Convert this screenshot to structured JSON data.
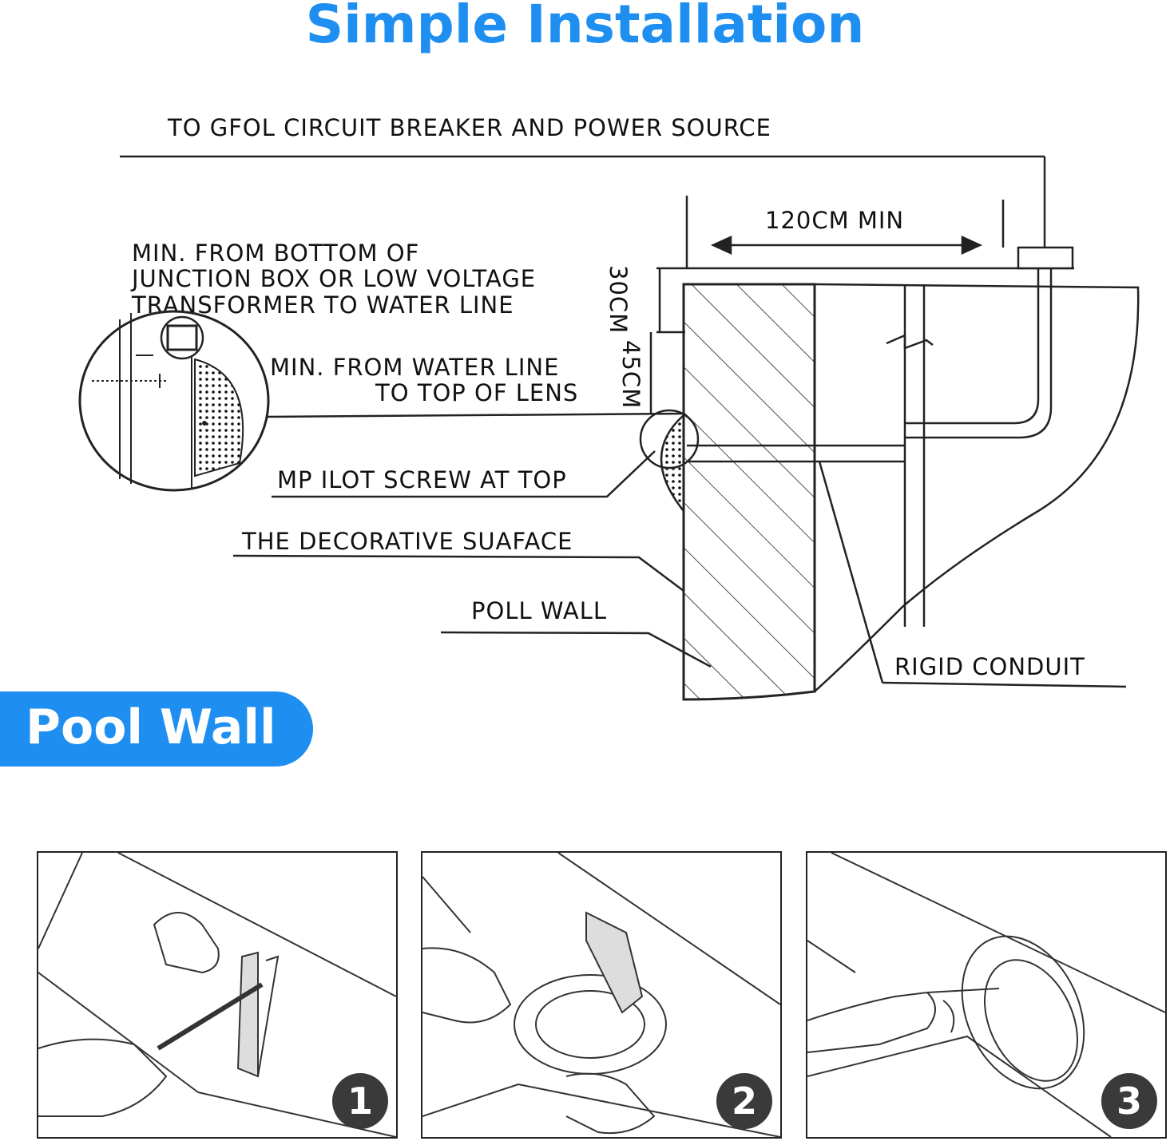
{
  "title": "Simple Installation",
  "diagram": {
    "power_label": "TO GFOL CIRCUIT BREAKER AND POWER SOURCE",
    "distance_label": "120CM MIN",
    "junction_label": [
      "MIN. FROM BOTTOM OF",
      "JUNCTION BOX OR LOW VOLTAGE",
      "TRANSFORMER TO WATER LINE"
    ],
    "dim_30": "30CM",
    "dim_45": "45CM",
    "lens_label": [
      "MIN. FROM WATER LINE",
      "TO TOP OF LENS"
    ],
    "pilot_label": "MP ILOT SCREW AT TOP",
    "decorative_label": "THE DECORATIVE SUAFACE",
    "wall_label": "POLL WALL",
    "conduit_label": "RIGID CONDUIT"
  },
  "badge": "Pool Wall",
  "steps": [
    {
      "number": "1",
      "image": "hand-screwdriver-illustration"
    },
    {
      "number": "2",
      "image": "hands-mounting-bracket-illustration"
    },
    {
      "number": "3",
      "image": "hands-attaching-light-illustration"
    }
  ]
}
